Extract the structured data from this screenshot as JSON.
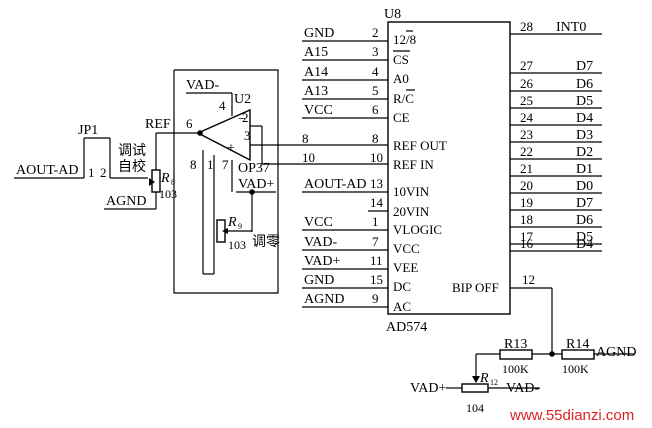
{
  "chip_u8": {
    "designator": "U8",
    "part": "AD574",
    "left_pins": [
      {
        "net": "GND",
        "num": "2",
        "name": "12/8"
      },
      {
        "net": "A15",
        "num": "3",
        "name": "CS"
      },
      {
        "net": "A14",
        "num": "4",
        "name": "A0"
      },
      {
        "net": "A13",
        "num": "5",
        "name": "R/C"
      },
      {
        "net": "VCC",
        "num": "6",
        "name": "CE"
      },
      {
        "net": "",
        "num": "8",
        "name": "REF OUT"
      },
      {
        "net": "",
        "num": "10",
        "name": "REF IN"
      },
      {
        "net": "AOUT-AD",
        "num": "13",
        "name": "10VIN"
      },
      {
        "net": "",
        "num": "14",
        "name": "20VIN"
      },
      {
        "net": "VCC",
        "num": "1",
        "name": "VLOGIC"
      },
      {
        "net": "VAD-",
        "num": "7",
        "name": "VCC"
      },
      {
        "net": "VAD+",
        "num": "11",
        "name": "VEE"
      },
      {
        "net": "GND",
        "num": "15",
        "name": "DC"
      },
      {
        "net": "AGND",
        "num": "9",
        "name": "AC"
      }
    ],
    "right_pins": [
      {
        "num": "28",
        "net": "INT0"
      },
      {
        "num": "27",
        "net": "D7"
      },
      {
        "num": "26",
        "net": "D6"
      },
      {
        "num": "25",
        "net": "D5"
      },
      {
        "num": "24",
        "net": "D4"
      },
      {
        "num": "23",
        "net": "D3"
      },
      {
        "num": "22",
        "net": "D2"
      },
      {
        "num": "21",
        "net": "D1"
      },
      {
        "num": "20",
        "net": "D0"
      },
      {
        "num": "19",
        "net": "D7"
      },
      {
        "num": "18",
        "net": "D6"
      },
      {
        "num": "17",
        "net": "D5"
      },
      {
        "num": "16",
        "net": "D4"
      }
    ],
    "bip_off": {
      "name": "BIP OFF",
      "num": "12"
    }
  },
  "opamp_u2": {
    "designator": "U2",
    "part": "OP37",
    "pin_labels": [
      "4",
      "2",
      "3",
      "6",
      "8",
      "1",
      "7"
    ],
    "signs": [
      "−",
      "+"
    ],
    "vad_minus": "VAD-",
    "vad_plus": "VAD+"
  },
  "input": {
    "jp1": "JP1",
    "jp_pins": [
      "1",
      "2"
    ],
    "aout": "AOUT-AD",
    "agnd": "AGND",
    "adjust_label": "调试",
    "adjust_label2": "自校",
    "ref": "REF",
    "r8_name": "R",
    "r8_sub": "8",
    "r8_val": "103"
  },
  "r9": {
    "name": "R",
    "sub": "9",
    "value": "103",
    "label": "调零"
  },
  "offset": {
    "r13": "R13",
    "r13_val": "100K",
    "r14": "R14",
    "r14_val": "100K",
    "agnd": "AGND",
    "vad_plus": "VAD+",
    "vad_minus": "VAD-",
    "r12_name": "R",
    "r12_sub": "12",
    "r12_val": "104"
  },
  "watermark": "www.55dianzi.com"
}
